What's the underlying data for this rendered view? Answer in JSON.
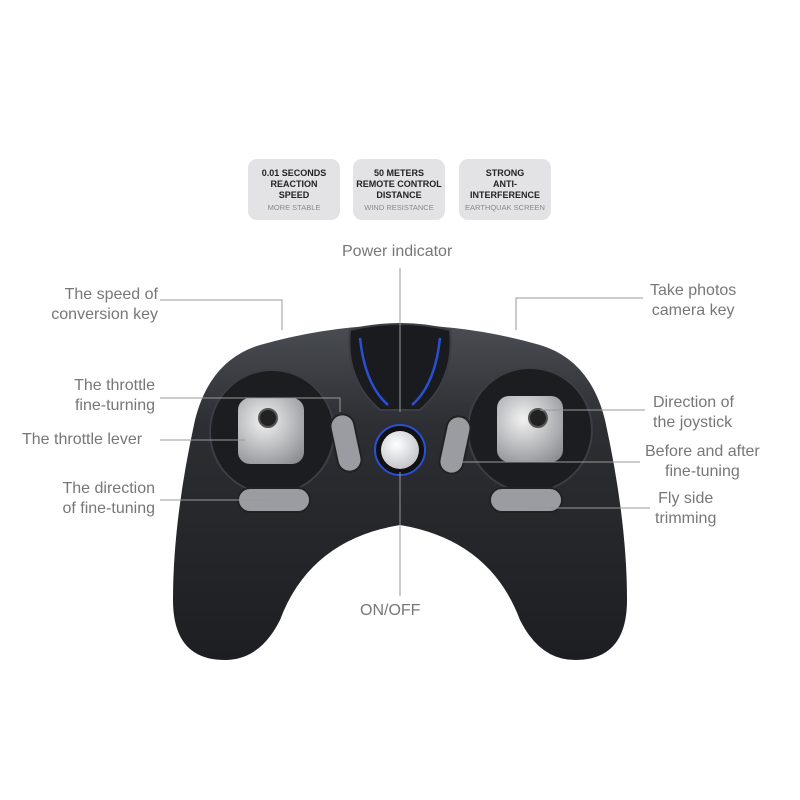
{
  "badges": [
    {
      "main": "0.01 SECONDS\nREACTION\nSPEED",
      "sub": "MORE STABLE"
    },
    {
      "main": "50 METERS\nREMOTE CONTROL\nDISTANCE",
      "sub": "WIND RESISTANCE"
    },
    {
      "main": "STRONG\nANTI-INTERFERENCE",
      "sub": "EARTHQUAK SCREEN"
    }
  ],
  "labels": {
    "power_indicator": "Power indicator",
    "on_off": "ON/OFF",
    "speed_key": [
      "The speed of",
      "conversion key"
    ],
    "camera_key": [
      "Take photos",
      "camera key"
    ],
    "throttle_fine": [
      "The throttle",
      "fine-turning"
    ],
    "throttle_lever": "The throttle lever",
    "direction_fine": [
      "The direction",
      "of fine-tuning"
    ],
    "joystick_direction": [
      "Direction of",
      "the joystick"
    ],
    "before_after": [
      "Before and after",
      "fine-tuning"
    ],
    "fly_side": [
      "Fly side",
      "trimming"
    ]
  },
  "colors": {
    "body": "#2b2d31",
    "accent": "#2a4fd0",
    "label": "#777777",
    "badge": "#e3e3e5"
  }
}
